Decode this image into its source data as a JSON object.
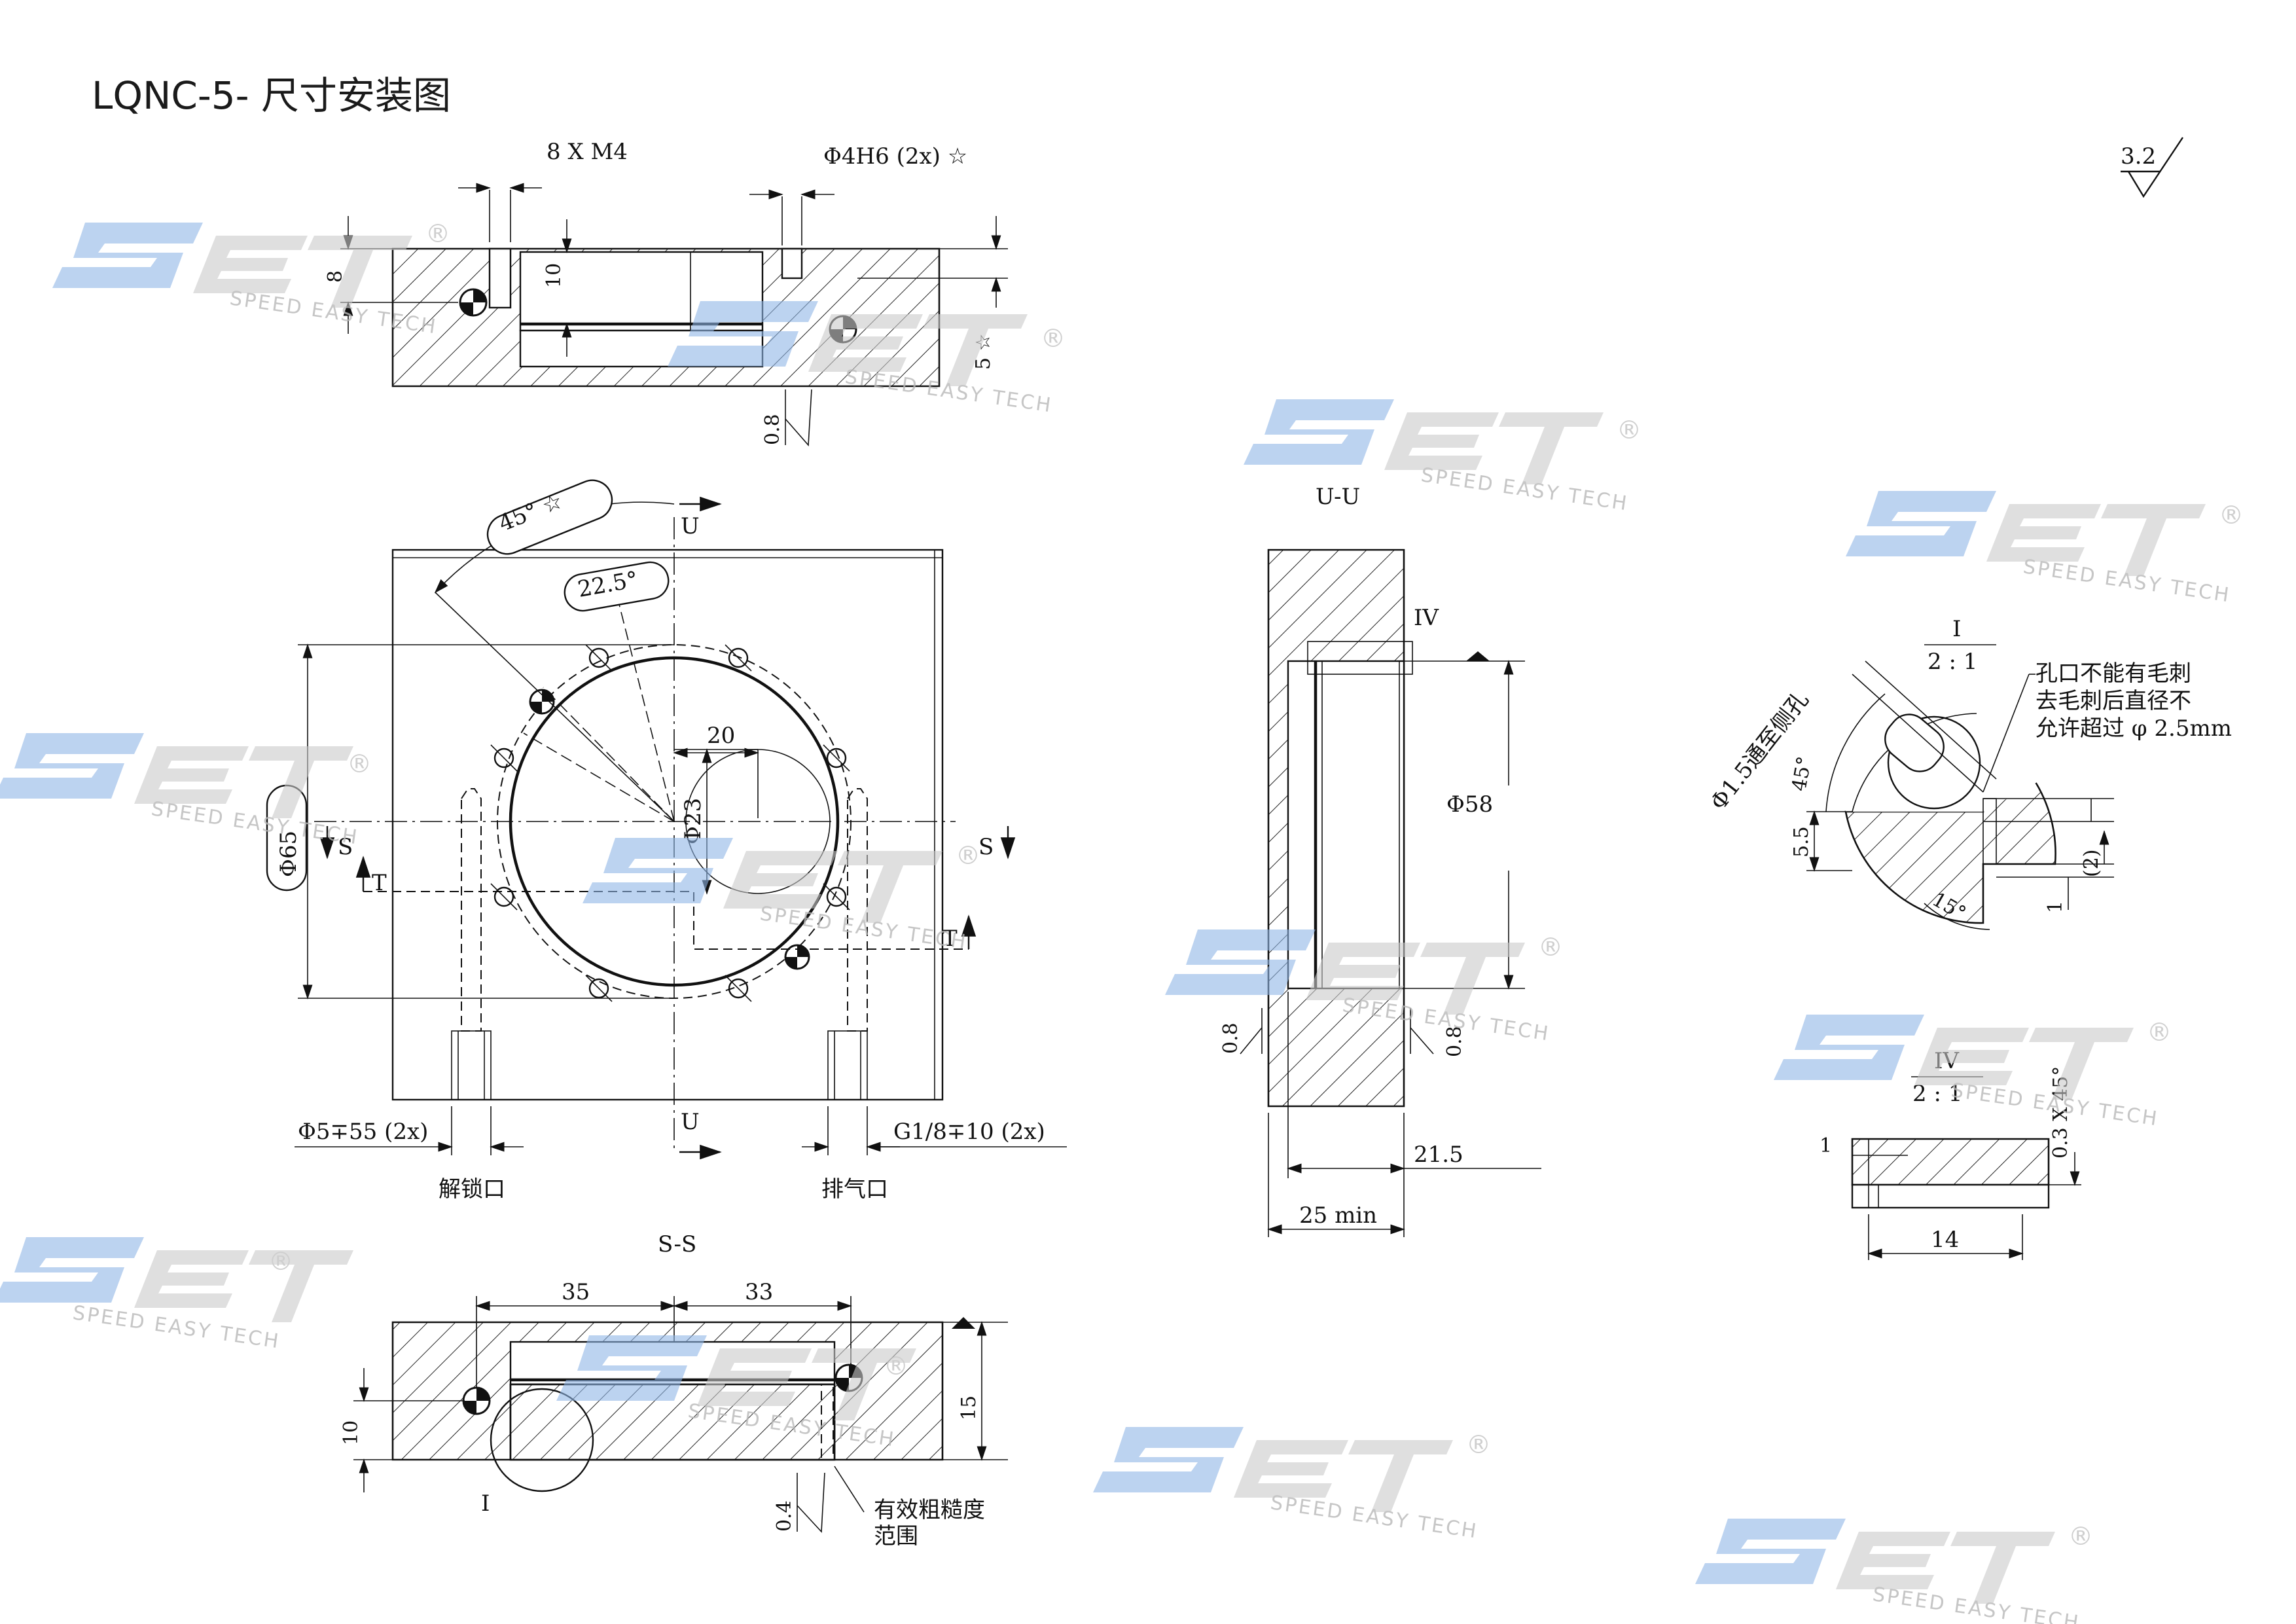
{
  "title": "LQNC-5- 尺寸安装图",
  "roughness_general": "3.2",
  "watermark": {
    "mark": "SET",
    "text": "SPEED EASY TECH",
    "registered": "®",
    "blue": "#8fb4e6",
    "gray": "#c8c8c8"
  },
  "top_view": {
    "label_thread": "8 X M4",
    "label_pin": "Φ4H6 (2x) ☆",
    "dim_8": "8",
    "dim_10": "10",
    "dim_5": "5 ☆",
    "roughness": "0.8"
  },
  "plan_view": {
    "angle_45": "45° ☆",
    "angle_22": "22.5°",
    "dim_65": "Φ65",
    "dim_23": "Φ23",
    "dim_20": "20",
    "section_s": "S",
    "section_t": "T",
    "section_u": "U",
    "port_left_spec": "Φ5∓55 (2x)",
    "port_right_spec": "G1/8∓10 (2x)",
    "port_left_name": "解锁口",
    "port_right_name": "排气口"
  },
  "section_ss": {
    "label": "S-S",
    "dim_35": "35",
    "dim_33": "33",
    "dim_10": "10",
    "dim_15": "15",
    "detail_ref": "I",
    "roughness": "0.4",
    "note_line1": "有效粗糙度",
    "note_line2": "范围"
  },
  "section_uu": {
    "label": "U-U",
    "detail_ref": "IV",
    "dim_58": "Φ58",
    "dim_21": "21.5",
    "dim_25": "25 min",
    "rough_left": "0.8",
    "rough_right": "0.8"
  },
  "detail_i": {
    "label": "I",
    "scale": "2 : 1",
    "hole_note": "Φ1.5通至侧孔",
    "angle_45": "45°",
    "angle_15": "15°",
    "dim_55": "5.5",
    "dim_2": "(2)",
    "dim_1": "1",
    "note_line1": "孔口不能有毛刺",
    "note_line2": "去毛刺后直径不",
    "note_line3": "允许超过 φ 2.5mm"
  },
  "detail_iv": {
    "label": "IV",
    "scale": "2 : 1",
    "dim_1": "1",
    "dim_chamfer": "0.3 X 45°",
    "dim_14": "14"
  }
}
